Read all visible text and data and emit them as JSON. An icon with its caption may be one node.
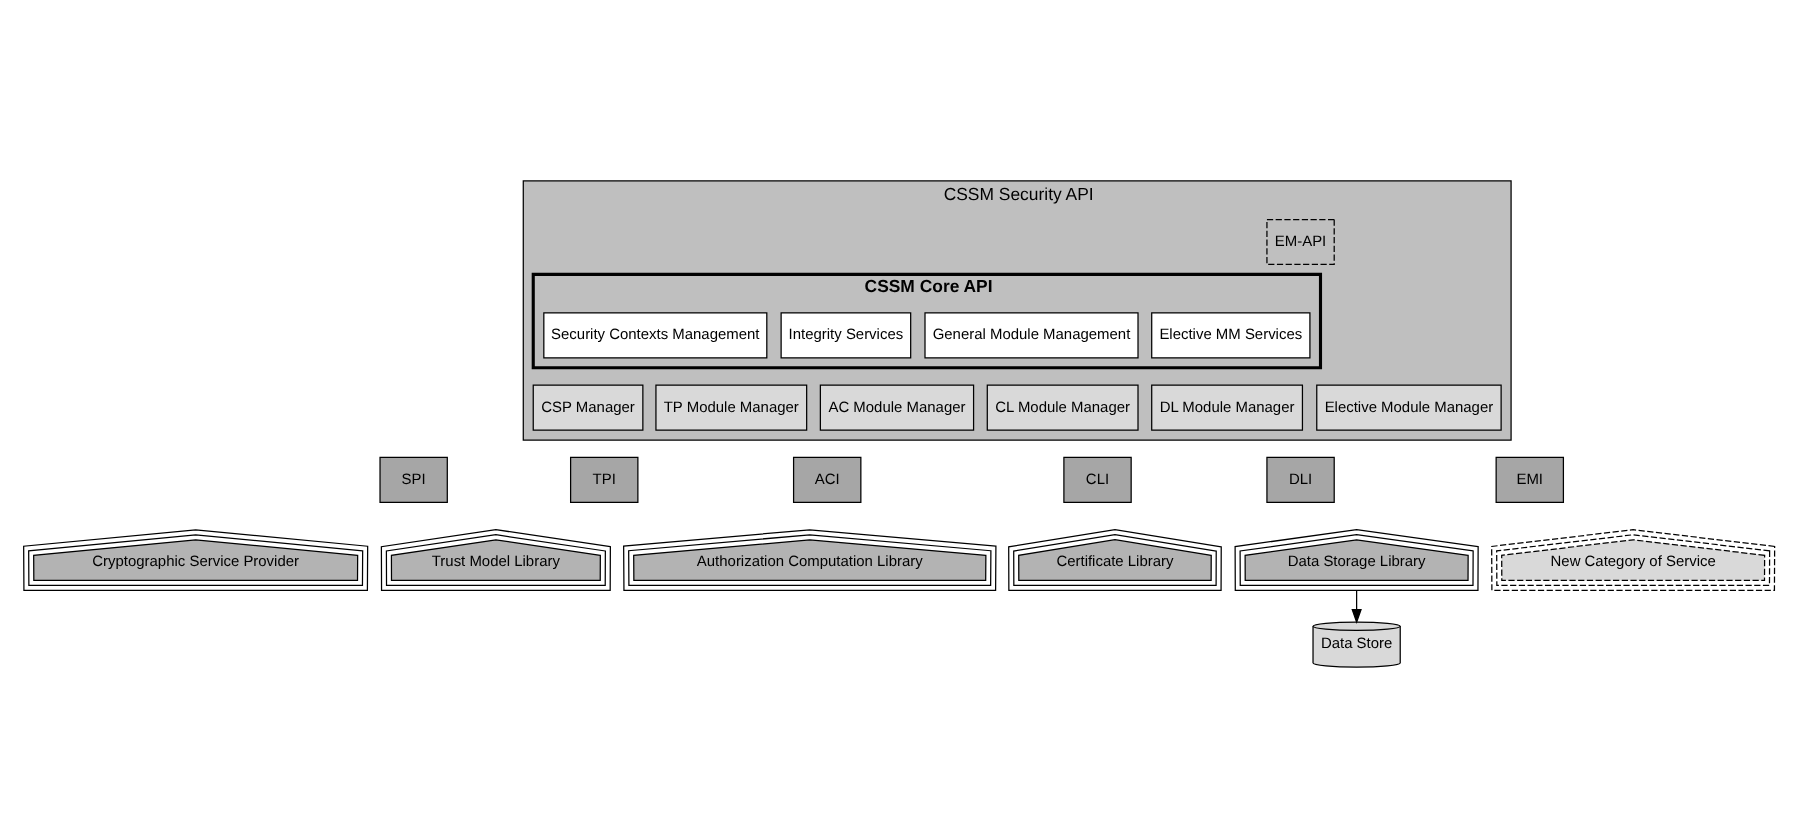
{
  "diagram": {
    "nodes": [
      {
        "text": [
          "CSSM Security API"
        ]
      },
      {
        "text": [
          "EM-API"
        ],
        "in": 0
      },
      {
        "text": [
          "CSSM Core API"
        ],
        "in": 0
      },
      {
        "text": [
          "Security Contexts Management"
        ],
        "in": 2
      },
      {
        "text": [
          "Integrity Services"
        ],
        "in": 2
      },
      {
        "text": [
          "General Module Management"
        ],
        "in": 2
      },
      {
        "text": [
          "Elective MM Services"
        ],
        "in": 2
      },
      {
        "text": [
          "CSP Manager"
        ],
        "in": 0
      },
      {
        "text": [
          "TP Module Manager"
        ],
        "in": 0
      },
      {
        "text": [
          "AC Module Manager"
        ],
        "in": 0
      },
      {
        "text": [
          "CL Module Manager"
        ],
        "in": 0
      },
      {
        "text": [
          "DL Module Manager"
        ],
        "in": 0
      },
      {
        "text": [
          "Elective Module Manager"
        ],
        "in": 0
      },
      {
        "text": [
          "SPI"
        ]
      },
      {
        "text": [
          "TPI"
        ]
      },
      {
        "text": [
          "ACI"
        ]
      },
      {
        "text": [
          "CLI"
        ]
      },
      {
        "text": [
          "DLI"
        ]
      },
      {
        "text": [
          "EMI"
        ]
      },
      {
        "text": [
          "Cryptographic Service Provider"
        ]
      },
      {
        "text": [
          "Trust Model Library"
        ]
      },
      {
        "text": [
          "Authorization Computation Library"
        ]
      },
      {
        "text": [
          "Certificate Library"
        ]
      },
      {
        "text": [
          "Data Storage Library"
        ]
      },
      {
        "text": [
          "New Category of Service"
        ]
      },
      {
        "text": [
          "Data Store"
        ]
      }
    ],
    "edges": [
      {
        "from": 23,
        "to": 25,
        "arrow": "to"
      }
    ]
  }
}
